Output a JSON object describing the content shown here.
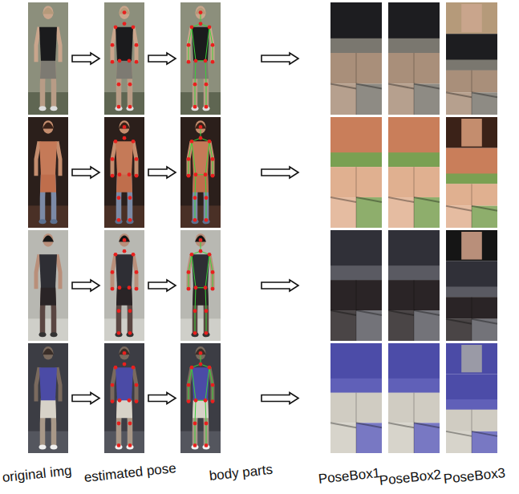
{
  "diagram": {
    "labels": [
      "original img",
      "estimated pose",
      "body parts",
      "PoseBox1",
      "PoseBox2",
      "PoseBox3"
    ]
  }
}
